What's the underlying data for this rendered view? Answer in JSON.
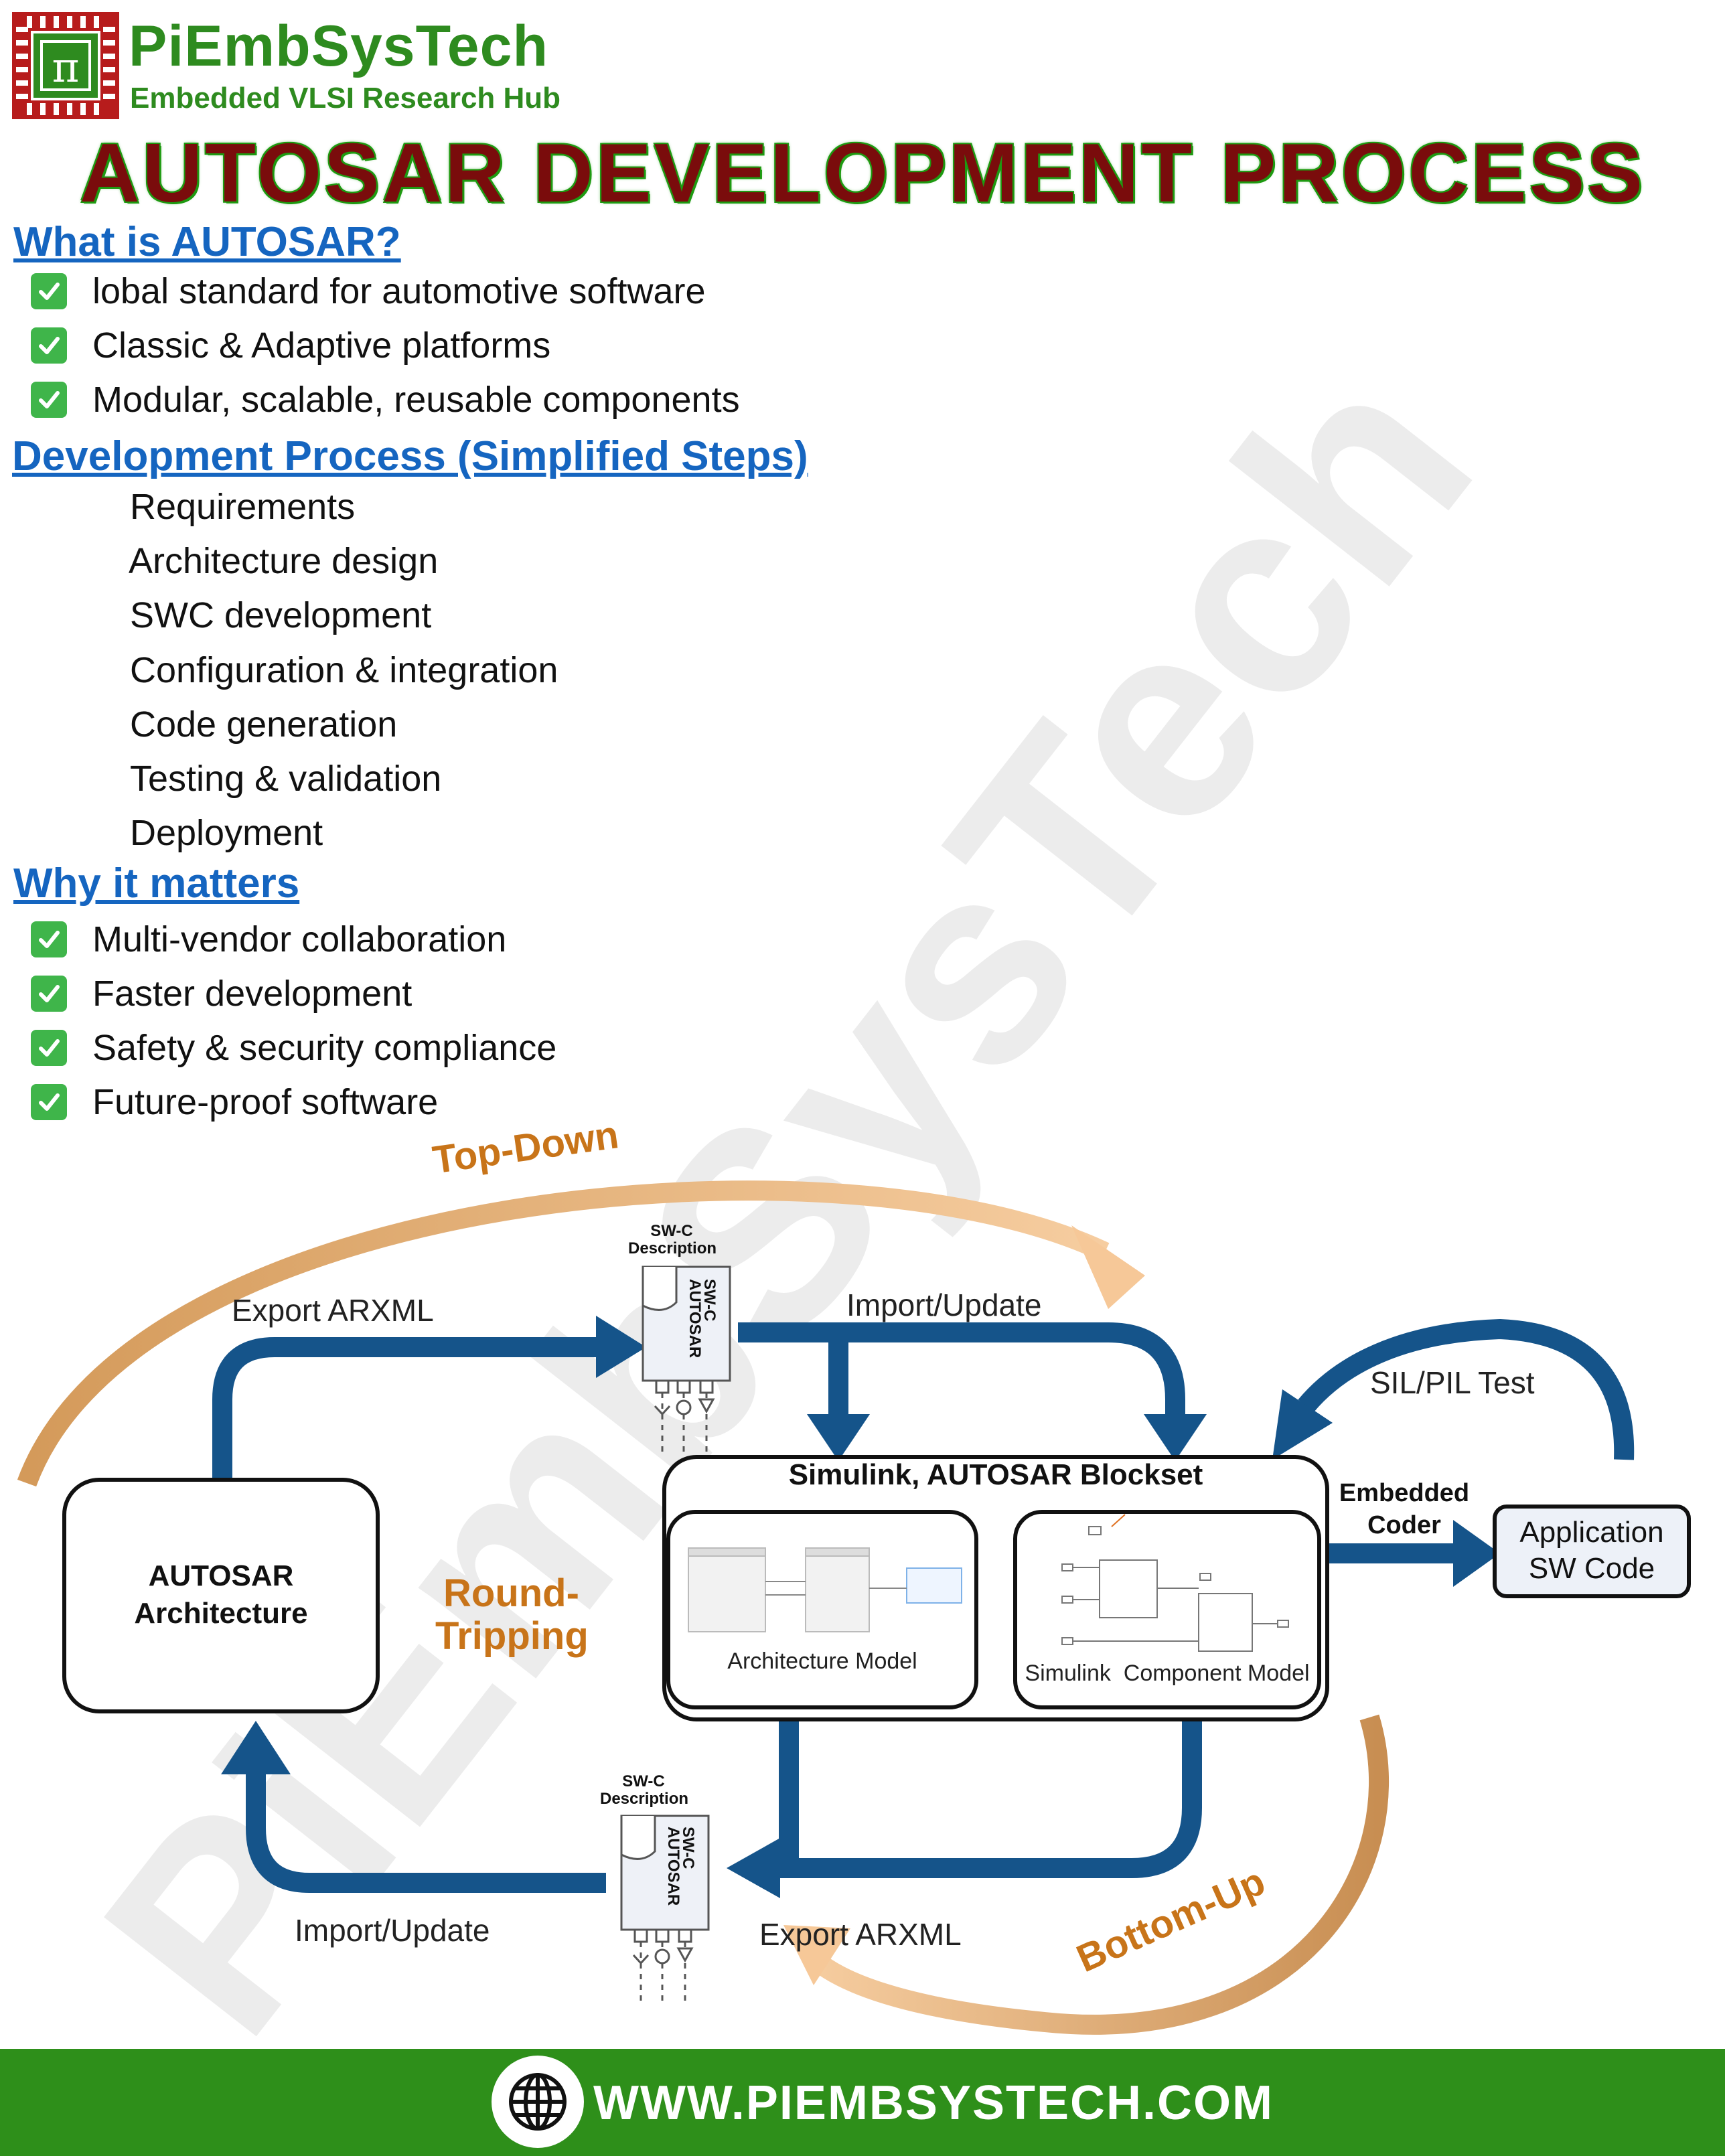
{
  "brand": {
    "name": "PiEmbSysTech",
    "tagline": "Embedded VLSI Research Hub",
    "watermark": "PiEmbSysTech"
  },
  "title": "AUTOSAR DEVELOPMENT PROCESS",
  "what_is": {
    "heading": "What is AUTOSAR?",
    "items": [
      "lobal standard for automotive software",
      "Classic & Adaptive platforms",
      "Modular, scalable, reusable components"
    ]
  },
  "process": {
    "heading": "Development Process (Simplified Steps)",
    "steps": [
      "Requirements",
      "Architecture design",
      "SWC development",
      "Configuration & integration",
      "Code generation",
      "Testing & validation",
      "Deployment"
    ]
  },
  "why": {
    "heading": "Why it matters",
    "items": [
      "Multi-vendor collaboration",
      "Faster development",
      "Safety & security compliance",
      "Future-proof software"
    ]
  },
  "diagram": {
    "top_down": "Top-Down",
    "bottom_up": "Bottom-Up",
    "round_tripping_1": "Round-",
    "round_tripping_2": "Tripping",
    "export_arxml_top": "Export ARXML",
    "import_update_top": "Import/Update",
    "sil_pil": "SIL/PIL Test",
    "export_arxml_bottom": "Export ARXML",
    "import_update_bottom": "Import/Update",
    "swc_desc_top_1": "SW-C",
    "swc_desc_top_2": "Description",
    "swc_desc_bottom_1": "SW-C",
    "swc_desc_bottom_2": "Description",
    "autosar_swc_1": "AUTOSAR",
    "autosar_swc_2": "SW-C",
    "arch_box_1": "AUTOSAR",
    "arch_box_2": "Architecture",
    "simulink_title": "Simulink, AUTOSAR Blockset",
    "arch_model": "Architecture Model",
    "component_model": "Simulink  Component Model",
    "embedded_coder_1": "Embedded",
    "embedded_coder_2": "Coder",
    "app_code_1": "Application",
    "app_code_2": "SW Code"
  },
  "footer": {
    "url": "WWW.PIEMBSYSTECH.COM"
  },
  "colors": {
    "brand_green": "#2e8b1f",
    "title_red": "#7a0c0c",
    "link_blue": "#1565c0",
    "arrow_blue": "#15548a",
    "orange": "#c87419",
    "footer_green": "#2e8f1a"
  }
}
